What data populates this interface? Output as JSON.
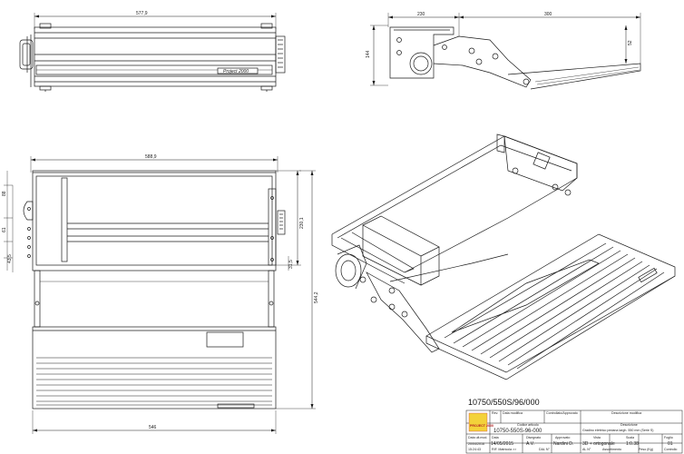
{
  "dimensions": {
    "top_overall_width": "577,9",
    "side_depth": "230",
    "side_extension": "300",
    "side_height": "144",
    "side_rise": "52",
    "front_overall_width": "588,9",
    "front_left_height": "88",
    "front_mid_a": "61",
    "front_mid_b": "43,5",
    "front_right_height": "230,1",
    "front_right_small": "31,5",
    "front_total_height": "544,2",
    "front_bottom_width": "546"
  },
  "step_brand": "Project 2000",
  "drawing_number": "10750/550S/96/000",
  "title_block": {
    "logo_text": "PROJECT 2000",
    "rev_label": "Rev.",
    "rev_desc_label": "Data modifica",
    "rev_by_label": "Controllato/Approvato",
    "rev_desc2_label": "Descrizione modifica",
    "code_label": "Codice articolo",
    "code_value": "10750-550S-96-000",
    "desc_label": "Descrizione",
    "desc_value": "Gradino elettrico pedana largh. 550 mm (Serie S)",
    "last_mod_label": "Data ult.mod.",
    "last_mod_value": "20/04/2016",
    "last_mod_time": "15:24:43",
    "date_label": "Data",
    "date_value": "14/05/2015",
    "drawn_label": "Disegnato",
    "drawn_value": "A.V.",
    "approved_label": "Approvato",
    "approved_value": "Nardini D.",
    "view_label": "Vista",
    "view_value": "3D + ortogonale",
    "scale_label": "Scala",
    "scale_value": "1:0.38",
    "sheet_label": "Foglio",
    "sheet_value": "01",
    "ref_label": "RIF. Matricola >>",
    "dal_label": "DAL N°",
    "al_label": "AL N°",
    "assort_label": "Assortimento",
    "weight_label": "Peso (Kg)",
    "control_label": "Controllo"
  }
}
